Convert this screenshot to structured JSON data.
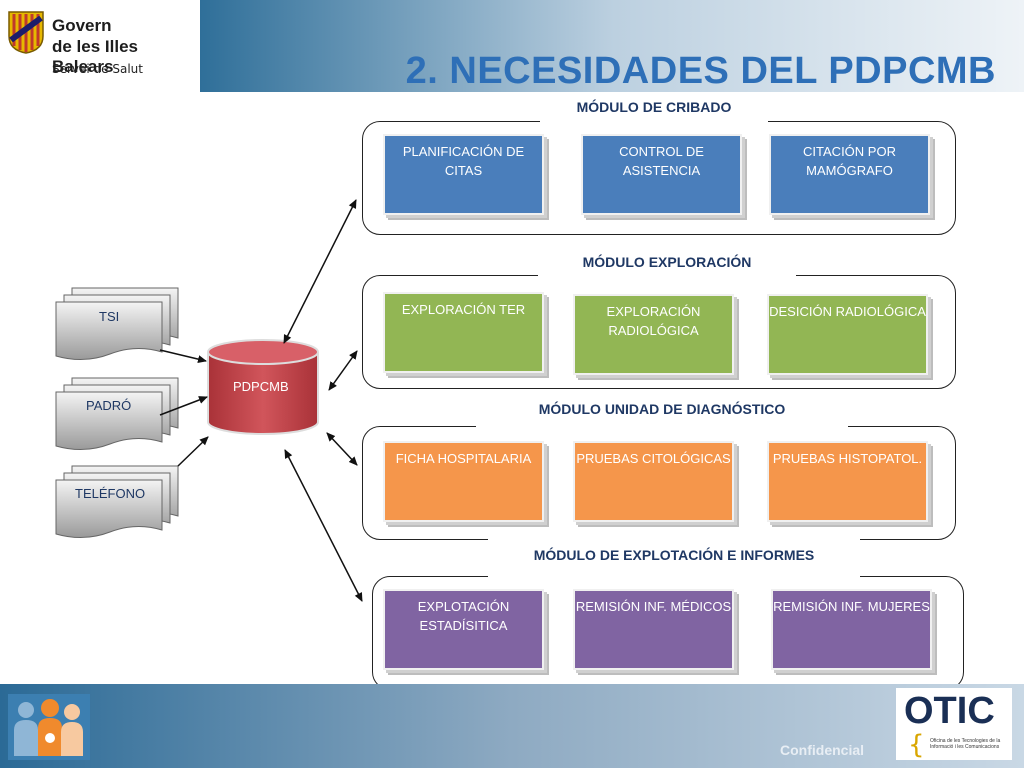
{
  "header": {
    "org_line1": "Govern",
    "org_line2": "de les Illes Balears",
    "org_line3": "Servei de Salut",
    "title": "2. NECESIDADES DEL PDPCMB"
  },
  "modules": [
    {
      "label": "MÓDULO DE CRIBADO",
      "boxes": [
        "PLANIFICACIÓN DE CITAS",
        "CONTROL DE ASISTENCIA",
        "CITACIÓN POR MAMÓGRAFO"
      ],
      "color": "#4a7ebb"
    },
    {
      "label": "MÓDULO EXPLORACIÓN",
      "boxes": [
        "EXPLORACIÓN TER",
        "EXPLORACIÓN RADIOLÓGICA",
        "DESICIÓN RADIOLÓGICA"
      ],
      "color": "#92b654"
    },
    {
      "label": "MÓDULO UNIDAD DE DIAGNÓSTICO",
      "boxes": [
        "FICHA HOSPITALARIA",
        "PRUEBAS CITOLÓGICAS",
        "PRUEBAS HISTOPATOL."
      ],
      "color": "#f5964b"
    },
    {
      "label": "MÓDULO DE EXPLOTACIÓN E INFORMES",
      "boxes": [
        "EXPLOTACIÓN ESTADÍSITICA",
        "REMISIÓN INF. MÉDICOS",
        "REMISIÓN INF. MUJERES"
      ],
      "color": "#8064a2"
    }
  ],
  "sources": [
    "TSI",
    "PADRÓ",
    "TELÉFONO"
  ],
  "database": "PDPCMB",
  "footer": {
    "confidential": "Confidencial",
    "logo_word": "OTIC",
    "logo_sub": "Oficina de les Tecnologies de la Informació i les Comunicacions"
  },
  "icons": [
    "coat-of-arms-icon",
    "people-family-icon",
    "document-stack-icon",
    "database-cylinder-icon"
  ]
}
